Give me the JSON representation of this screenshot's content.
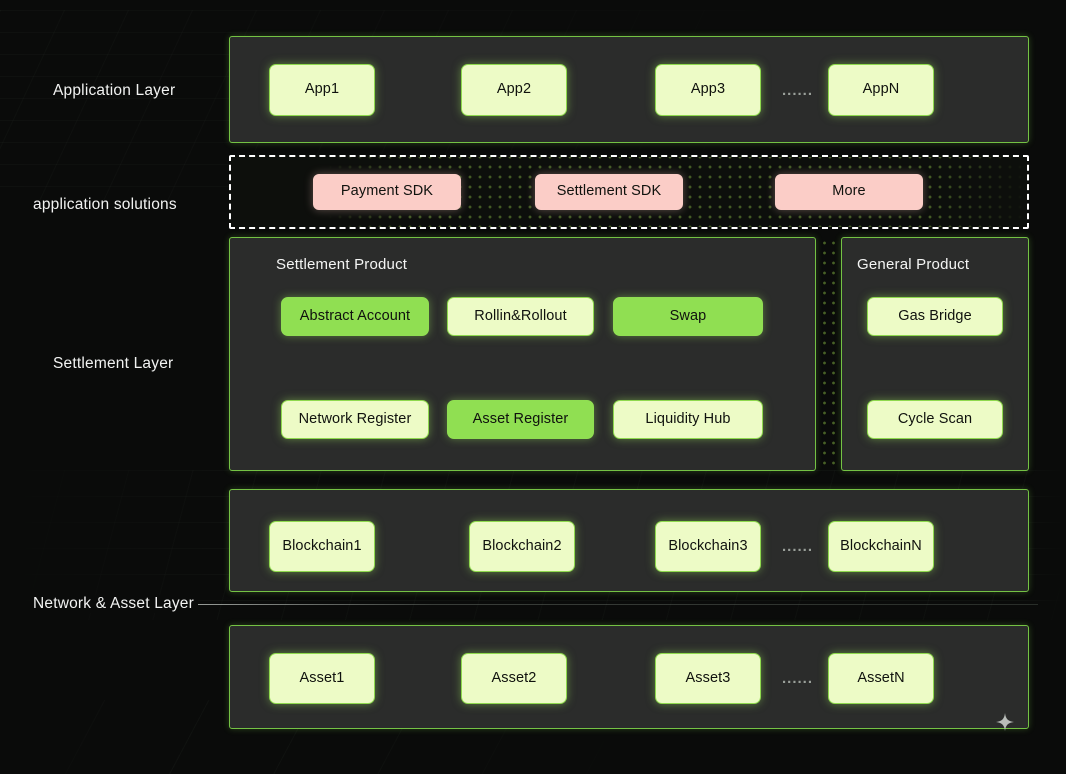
{
  "diagram": {
    "title": "Layered settlement platform architecture",
    "colors": {
      "background": "#0a0b0a",
      "panel_fill": "#2b2c2b",
      "panel_border": "#74c244",
      "chip_pale": "#edfbc6",
      "chip_green": "#90df52",
      "chip_pink": "#fbcdc7",
      "label_text": "#f2f3f2",
      "dashed_border": "#ffffff"
    },
    "ellipsis_text": "......"
  },
  "layer_labels": [
    {
      "id": "application-layer",
      "text": "Application Layer"
    },
    {
      "id": "application-solutions",
      "text": "application solutions"
    },
    {
      "id": "settlement-layer",
      "text": "Settlement Layer"
    },
    {
      "id": "network-asset-layer",
      "text": "Network & Asset Layer"
    }
  ],
  "application_layer": {
    "nodes": [
      {
        "label": "App1",
        "style": "pale"
      },
      {
        "label": "App2",
        "style": "pale"
      },
      {
        "label": "App3",
        "style": "pale"
      },
      {
        "label": "AppN",
        "style": "pale"
      }
    ]
  },
  "application_solutions": {
    "nodes": [
      {
        "label": "Payment SDK",
        "style": "pink"
      },
      {
        "label": "Settlement SDK",
        "style": "pink"
      },
      {
        "label": "More",
        "style": "pink"
      }
    ]
  },
  "settlement_product": {
    "title": "Settlement Product",
    "nodes": [
      {
        "label": "Abstract Account",
        "style": "green"
      },
      {
        "label": "Rollin&Rollout",
        "style": "pale"
      },
      {
        "label": "Swap",
        "style": "green"
      },
      {
        "label": "Network Register",
        "style": "pale"
      },
      {
        "label": "Asset Register",
        "style": "green"
      },
      {
        "label": "Liquidity Hub",
        "style": "pale"
      }
    ]
  },
  "general_product": {
    "title": "General Product",
    "nodes": [
      {
        "label": "Gas Bridge",
        "style": "pale"
      },
      {
        "label": "Cycle Scan",
        "style": "pale"
      }
    ]
  },
  "blockchain_layer": {
    "nodes": [
      {
        "label": "Blockchain1",
        "style": "pale"
      },
      {
        "label": "Blockchain2",
        "style": "pale"
      },
      {
        "label": "Blockchain3",
        "style": "pale"
      },
      {
        "label": "BlockchainN",
        "style": "pale"
      }
    ]
  },
  "asset_layer": {
    "nodes": [
      {
        "label": "Asset1",
        "style": "pale"
      },
      {
        "label": "Asset2",
        "style": "pale"
      },
      {
        "label": "Asset3",
        "style": "pale"
      },
      {
        "label": "AssetN",
        "style": "pale"
      }
    ]
  }
}
